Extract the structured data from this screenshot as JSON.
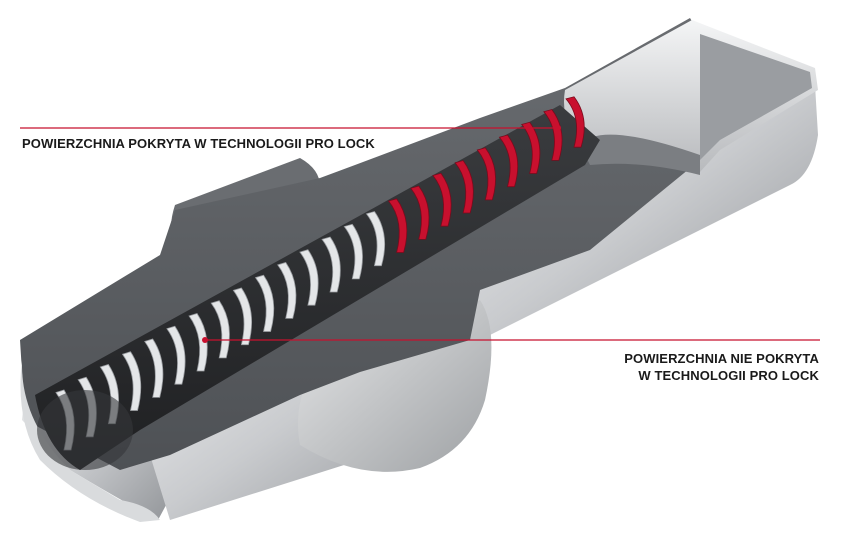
{
  "labels": {
    "coated": "POWIERZCHNIA POKRYTA W TECHNOLOGII PRO LOCK",
    "uncoated_line1": "POWIERZCHNIA NIE POKRYTA",
    "uncoated_line2": "W TECHNOLOGII PRO LOCK"
  },
  "colors": {
    "coating_red": "#c8102e",
    "leader_line": "#c8102e",
    "metal_dark": "#5c5f63",
    "metal_mid": "#8b8e92",
    "metal_light": "#d6d8da",
    "background": "#ffffff"
  }
}
